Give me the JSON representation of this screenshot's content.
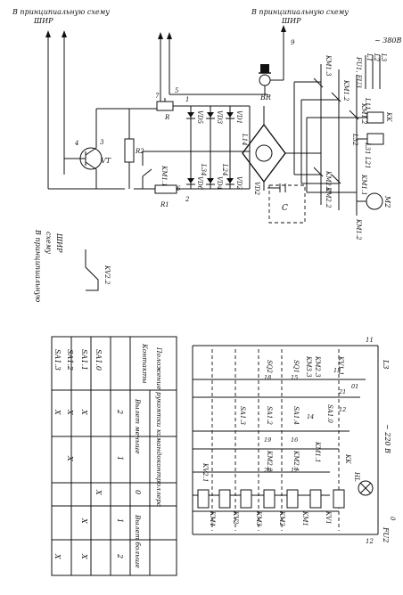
{
  "top": {
    "ref_left": "В принципиальную схему ШИР",
    "ref_right": "В принципиальную схему ШИР",
    "ref_mid": "В принципиальную схему ШИР"
  },
  "labels": {
    "supply_380": "~ 380В",
    "l1": "L1",
    "l2": "L2",
    "l3": "L3",
    "fu1_fu3": "FU1, FU3",
    "kk": "KK",
    "l11": "L11",
    "l21": "L21",
    "l31": "L31",
    "l32": "L32",
    "km11": "KM1.1",
    "km12": "KM1.2",
    "km13": "KM1.3",
    "km21": "KM2.1",
    "km22": "KM2.2",
    "km23": "KM2.3",
    "m2": "M2",
    "br": "BR",
    "c": "C",
    "vd2": "VD2",
    "vd1": "VD1",
    "vd3": "VD3",
    "vd4": "VD4",
    "vd5": "VD5",
    "vd6": "VD6",
    "l14": "L14",
    "l24": "L24",
    "l34": "L34",
    "r": "R",
    "r1": "R1",
    "r2": "R2",
    "vt": "VT",
    "n1": "1",
    "n2": "2",
    "n3": "3",
    "n4": "4",
    "n5": "5",
    "n6": "6",
    "n7": "7",
    "kv22": "KV2.2",
    "l3b": "L3",
    "fu2": "FU2",
    "supply_220": "~ 220 В",
    "n0": "0",
    "n11": "11",
    "n12": "12",
    "kv11": "KV1.1",
    "km33": "KM3.3",
    "sq1": "SQ1",
    "sq2": "SQ2",
    "sa10": "SA1.0",
    "sa11": "SA1.1",
    "sa12": "SA1.2",
    "sa13": "SA1.3",
    "sa14": "SA1.4",
    "kv1": "KV1",
    "km1": "KM1",
    "km2": "KM2",
    "km3": "KM3",
    "km4": "KM4",
    "kv2": "KV2",
    "kv21": "KV2.1",
    "km21b": "KM2.1",
    "km11b": "KM1.1",
    "hl": "HL",
    "kk2": "KK",
    "n13": "13",
    "n14": "14",
    "n15": "15",
    "n16": "16",
    "n17": "17",
    "n18": "18",
    "n19": "19",
    "n20": "20",
    "n21": "21",
    "n01": "01",
    "n012": "12"
  },
  "table": {
    "title": "Положение рукоятки командоконтроллера",
    "col_contacts": "Контакты",
    "group_less": "Вылет меньше",
    "group_more": "Вылет больше",
    "positions": [
      "2",
      "1",
      "0",
      "1",
      "2"
    ],
    "rows": [
      {
        "name": "SA1.0",
        "cells": [
          "",
          "",
          "X",
          "",
          ""
        ]
      },
      {
        "name": "SA1.1",
        "cells": [
          "X",
          "",
          "",
          "X",
          "X"
        ]
      },
      {
        "name": "SA1.2",
        "cells": [
          "X",
          "X",
          "",
          "",
          ""
        ]
      },
      {
        "name": "SA1.3",
        "cells": [
          "X",
          "",
          "",
          "",
          "X"
        ]
      }
    ]
  }
}
